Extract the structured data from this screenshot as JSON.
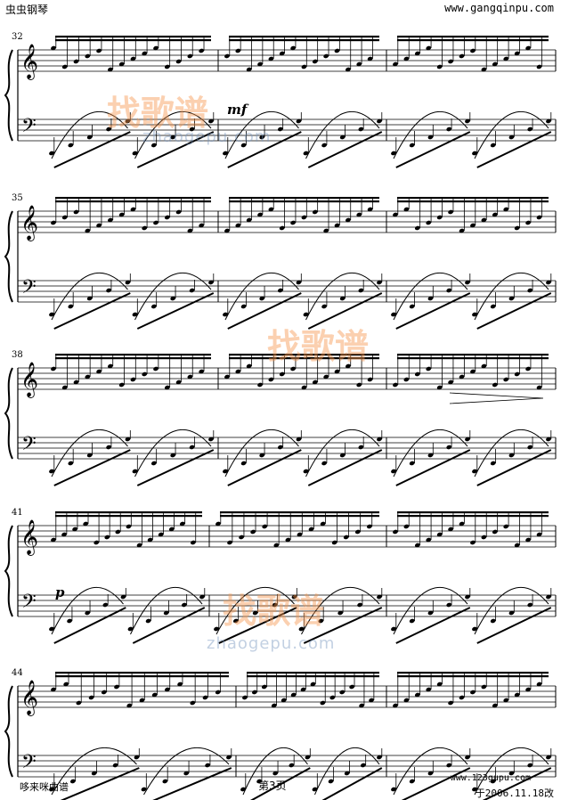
{
  "header": {
    "left": "虫虫钢琴",
    "right": "www.gangqinpu.com"
  },
  "footer": {
    "left": "哆来咪曲谱",
    "center": "第3页",
    "url": "www.123gupu.com",
    "date": "于2006.11.18改"
  },
  "systems": [
    {
      "number": "32",
      "dynamic": "mf"
    },
    {
      "number": "35",
      "dynamic": ""
    },
    {
      "number": "38",
      "dynamic": ""
    },
    {
      "number": "41",
      "dynamic": "p"
    },
    {
      "number": "44",
      "dynamic": ""
    }
  ],
  "watermark": {
    "text": "找歌谱",
    "url": "zhaogepu.com"
  }
}
